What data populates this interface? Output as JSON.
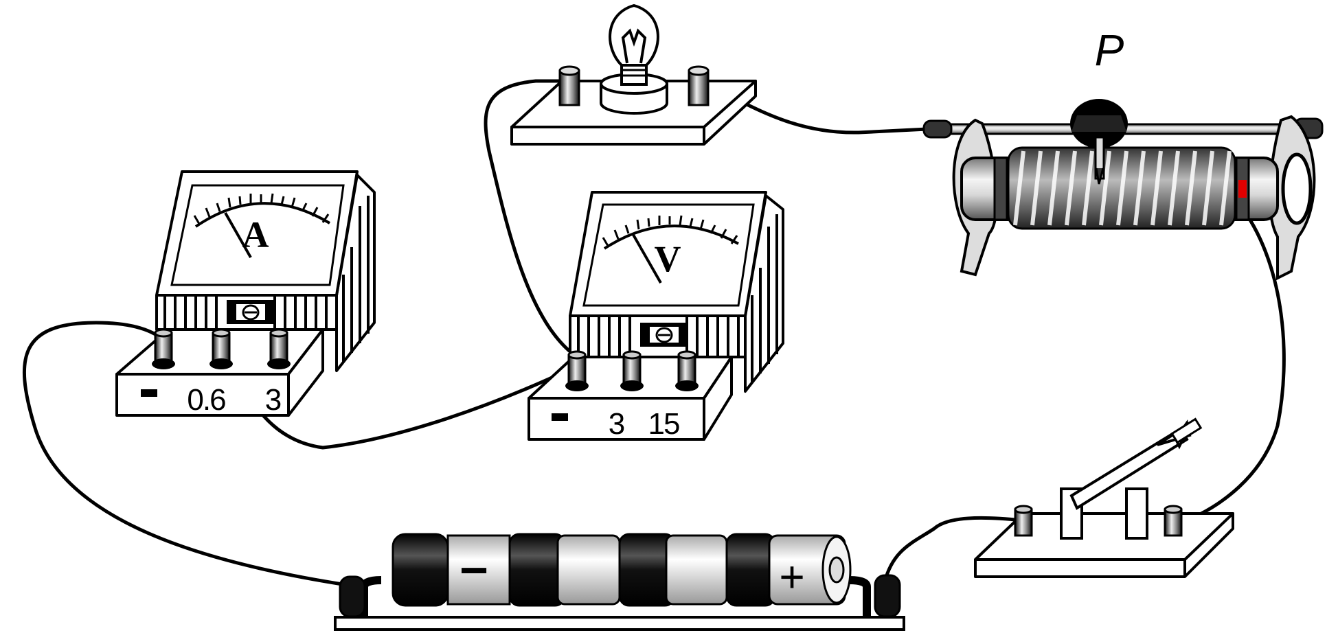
{
  "diagram": {
    "slider_label": "P",
    "ammeter": {
      "symbol": "A",
      "minus_label": "−",
      "range_low": "0.6",
      "range_high": "3"
    },
    "voltmeter": {
      "symbol": "V",
      "minus_label": "−",
      "range_low": "3",
      "range_high": "15"
    },
    "battery": {
      "negative_label": "−",
      "positive_label": "+"
    }
  }
}
